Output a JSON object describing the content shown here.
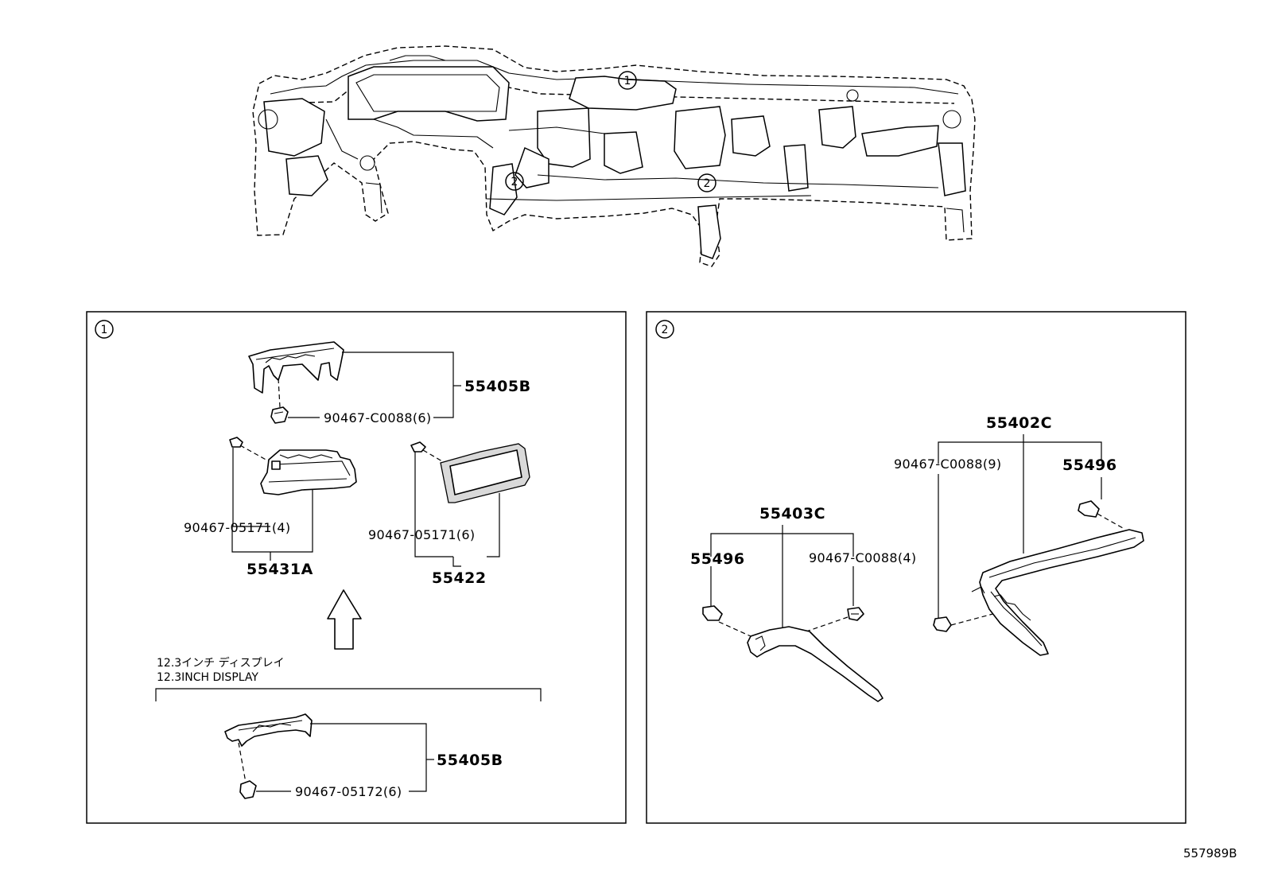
{
  "figure_id": "557989B",
  "overview": {
    "markers": [
      {
        "id": "marker-1",
        "label": "1"
      },
      {
        "id": "marker-2a",
        "label": "2"
      },
      {
        "id": "marker-2b",
        "label": "2"
      }
    ]
  },
  "panel1": {
    "marker": "1",
    "parts": {
      "bracket_upper": "55405B",
      "clip_upper": "90467-C0088(6)",
      "clip_holder": "90467-05171(4)",
      "holder": "55431A",
      "clip_panel": "90467-05171(6)",
      "panel": "55422",
      "bracket_lower": "55405B",
      "clip_lower": "90467-05172(6)"
    },
    "note_jp": "12.3インチ ディスプレイ",
    "note_en": "12.3INCH DISPLAY"
  },
  "panel2": {
    "marker": "2",
    "parts": {
      "garnish_left": "55403C",
      "clip_left_a": "55496",
      "clip_left_b": "90467-C0088(4)",
      "garnish_right": "55402C",
      "clip_right_a": "90467-C0088(9)",
      "clip_right_b": "55496"
    }
  }
}
